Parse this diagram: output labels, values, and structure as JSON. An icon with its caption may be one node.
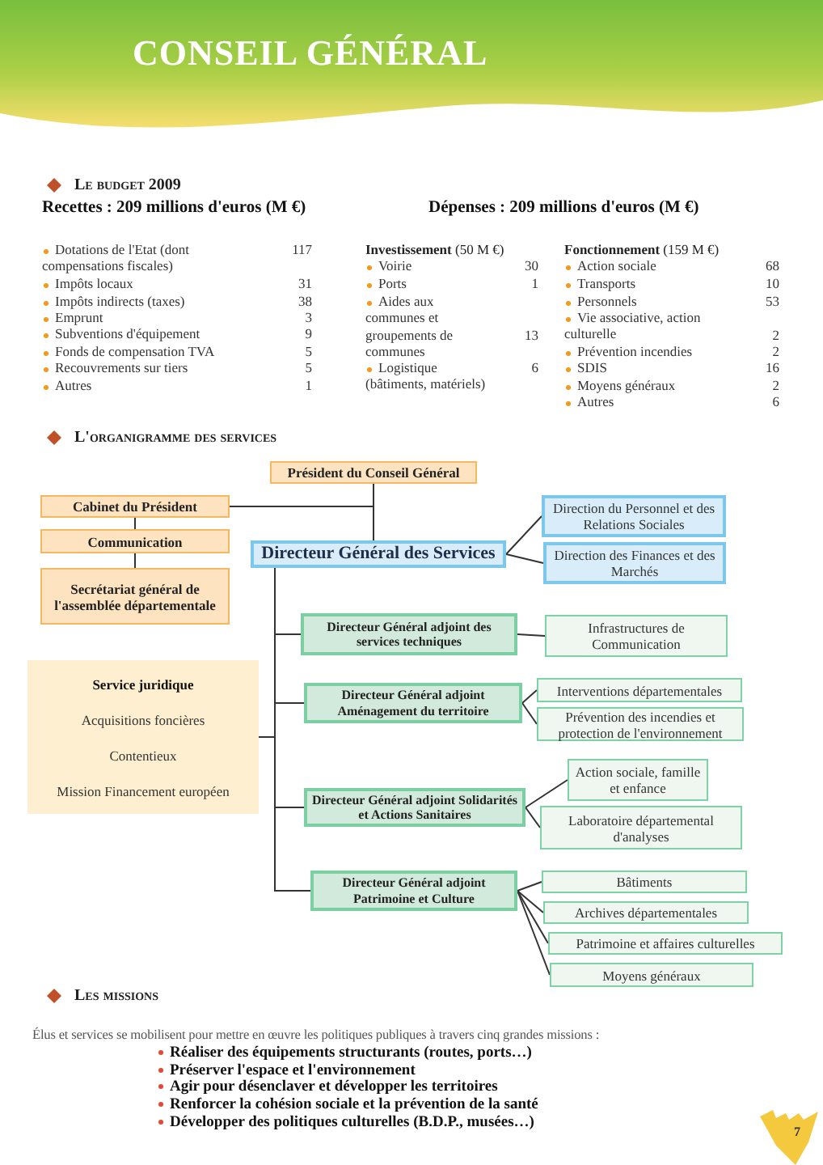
{
  "diagram": {
    "title": "CONSEIL GÉNÉRAL",
    "nodes": [
      {
        "text": [
          "Président du Conseil Général"
        ]
      },
      {
        "text": [
          "Cabinet du Président"
        ]
      },
      {
        "text": [
          "Communication"
        ]
      },
      {
        "text": [
          "Secrétariat général de l'assemblée départementale"
        ]
      },
      {
        "text": [
          "Directeur Général des Services"
        ]
      },
      {
        "text": [
          "Direction du Personnel et des Relations Sociales"
        ]
      },
      {
        "text": [
          "Direction des Finances et des Marchés"
        ]
      },
      {
        "text": [
          "Service juridique",
          "Acquisitions foncières",
          "Contentieux",
          "Mission Financement européen"
        ]
      },
      {
        "text": [
          "Directeur Général adjoint des services techniques"
        ]
      },
      {
        "text": [
          "Infrastructures de Communication"
        ]
      },
      {
        "text": [
          "Directeur Général adjoint Aménagement du territoire"
        ]
      },
      {
        "text": [
          "Interventions départementales"
        ]
      },
      {
        "text": [
          "Prévention des incendies et protection de l'environnement"
        ]
      },
      {
        "text": [
          "Directeur Général adjoint Solidarités et Actions Sanitaires"
        ]
      },
      {
        "text": [
          "Action sociale, famille et enfance"
        ]
      },
      {
        "text": [
          "Laboratoire départemental d'analyses"
        ]
      },
      {
        "text": [
          "Directeur Général adjoint Patrimoine et Culture"
        ]
      },
      {
        "text": [
          "Bâtiments"
        ]
      },
      {
        "text": [
          "Archives départementales"
        ]
      },
      {
        "text": [
          "Patrimoine et affaires culturelles"
        ]
      },
      {
        "text": [
          "Moyens généraux"
        ]
      }
    ],
    "edges": [
      {
        "from": 0,
        "to": 1,
        "arrow": "none"
      },
      {
        "from": 0,
        "to": 4,
        "arrow": "none"
      },
      {
        "from": 1,
        "to": 2,
        "arrow": "none"
      },
      {
        "from": 2,
        "to": 3,
        "arrow": "none"
      },
      {
        "from": 4,
        "to": 5,
        "arrow": "none"
      },
      {
        "from": 4,
        "to": 6,
        "arrow": "none"
      },
      {
        "from": 7,
        "to": 4,
        "arrow": "none"
      },
      {
        "from": 4,
        "to": 8,
        "arrow": "none"
      },
      {
        "from": 4,
        "to": 10,
        "arrow": "none"
      },
      {
        "from": 4,
        "to": 13,
        "arrow": "none"
      },
      {
        "from": 4,
        "to": 16,
        "arrow": "none"
      },
      {
        "from": 8,
        "to": 9,
        "arrow": "none"
      },
      {
        "from": 10,
        "to": 11,
        "arrow": "none"
      },
      {
        "from": 10,
        "to": 12,
        "arrow": "none"
      },
      {
        "from": 13,
        "to": 14,
        "arrow": "none"
      },
      {
        "from": 13,
        "to": 15,
        "arrow": "none"
      },
      {
        "from": 16,
        "to": 17,
        "arrow": "none"
      },
      {
        "from": 16,
        "to": 18,
        "arrow": "none"
      },
      {
        "from": 16,
        "to": 19,
        "arrow": "none"
      },
      {
        "from": 16,
        "to": 20,
        "arrow": "none"
      }
    ],
    "labels": [
      "Le budget 2009",
      "Recettes : 209 millions d'euros (M €)",
      "Dotations de l'Etat (dont compensations fiscales)",
      "117",
      "Impôts locaux",
      "31",
      "Impôts indirects (taxes)",
      "38",
      "Emprunt",
      "3",
      "Subventions d'équipement",
      "9",
      "Fonds de compensation TVA",
      "5",
      "Recouvrements sur tiers",
      "5",
      "Autres",
      "1",
      "Dépenses : 209 millions d'euros (M €)",
      "**Investissement** (50 M €)",
      "Voirie",
      "30",
      "Ports",
      "1",
      "Aides aux communes et groupements de communes",
      "13",
      "Logistique (bâtiments, matériels)",
      "6",
      "**Fonctionnement** (159 M €)",
      "Action sociale",
      "68",
      "Transports",
      "10",
      "Personnels",
      "53",
      "Vie associative, action culturelle",
      "2",
      "Prévention incendies",
      "2",
      "SDIS",
      "16",
      "Moyens généraux",
      "2",
      "Autres",
      "6",
      "L'organigramme des services",
      "Les missions",
      "Élus et services se mobilisent pour mettre en œuvre les politiques publiques à travers cinq grandes missions :",
      "Réaliser des équipements structurants (routes, ports…)",
      "Préserver l'espace et l'environnement",
      "Agir pour désenclaver et développer les territoires",
      "Renforcer la cohésion sociale et la prévention de la santé",
      "Développer des politiques culturelles (B.D.P., musées…)",
      "7"
    ]
  }
}
